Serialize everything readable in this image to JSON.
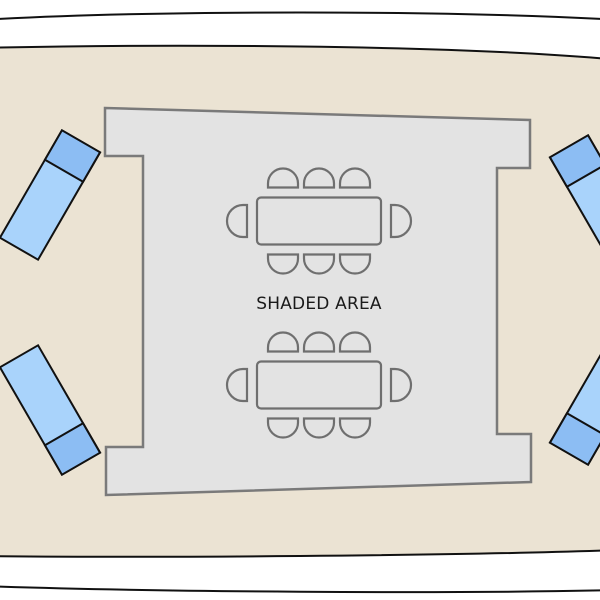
{
  "diagram": {
    "label": "SHADED AREA",
    "colors": {
      "deck": "#ebe3d3",
      "shaded_area": "#e3e3e3",
      "shaded_area_outline": "#7a7a7a",
      "furniture_outline": "#6f6f6f",
      "lounger_fill": "#a9d3fb",
      "lounger_head": "#8cbdf3",
      "outline": "#111111",
      "background": "#ffffff"
    },
    "furniture": {
      "dining_tables": 2,
      "chairs_per_long_side": 3,
      "chairs_per_end": 1,
      "sun_loungers": 4
    }
  }
}
